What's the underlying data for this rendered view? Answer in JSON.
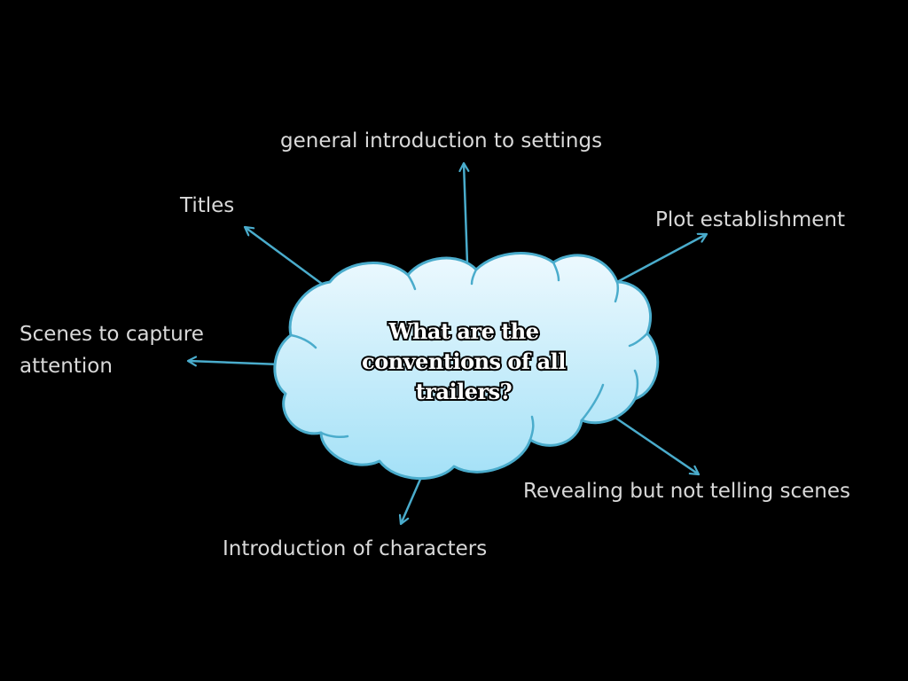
{
  "center": {
    "question": "What are the conventions of all trailers?"
  },
  "branches": {
    "settings": "general  introduction to settings",
    "titles": "Titles",
    "plot": "Plot establishment",
    "scenes_capture": "Scenes to capture attention",
    "revealing": "Revealing but not telling scenes",
    "characters": "Introduction of characters"
  },
  "colors": {
    "background": "#000000",
    "label_text": "#d9d9d9",
    "arrow": "#4aaccc",
    "cloud_fill_top": "#e8f7fd",
    "cloud_fill_bottom": "#a9e3f8",
    "cloud_outline": "#4aaccc"
  }
}
